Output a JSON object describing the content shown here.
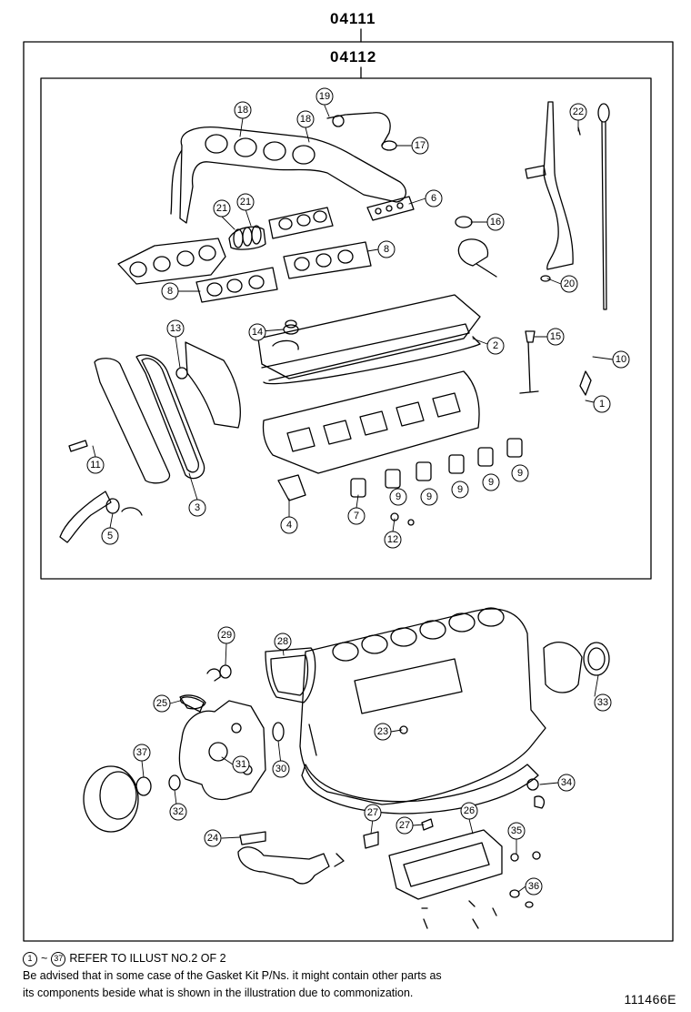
{
  "header": {
    "part_top": "04111",
    "part_inner": "04112"
  },
  "callouts": {
    "c1": "1",
    "c2": "2",
    "c3": "3",
    "c4": "4",
    "c5": "5",
    "c6": "6",
    "c7": "7",
    "c8a": "8",
    "c8b": "8",
    "c9": "9",
    "c10": "10",
    "c11": "11",
    "c12": "12",
    "c13": "13",
    "c14": "14",
    "c15": "15",
    "c16": "16",
    "c17": "17",
    "c18a": "18",
    "c18b": "18",
    "c19": "19",
    "c20": "20",
    "c21a": "21",
    "c21b": "21",
    "c22": "22",
    "c23": "23",
    "c24": "24",
    "c25": "25",
    "c26": "26",
    "c27a": "27",
    "c27b": "27",
    "c28": "28",
    "c29": "29",
    "c30": "30",
    "c31": "31",
    "c32": "32",
    "c33": "33",
    "c34": "34",
    "c35": "35",
    "c36": "36",
    "c37": "37"
  },
  "notes": {
    "refer_from": "1",
    "refer_to": "37",
    "refer_sep": "~",
    "refer_text": "REFER TO ILLUST NO.2 OF 2",
    "line1": "Be advised that in some case of the Gasket Kit P/Ns.  it might contain other parts as",
    "line2": "its components beside what is shown in the illustration due to commonization."
  },
  "illustration_id": "111466E"
}
